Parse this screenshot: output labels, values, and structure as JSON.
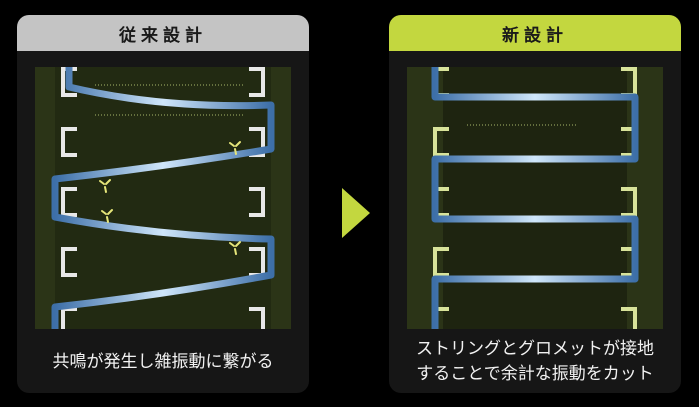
{
  "colors": {
    "background": "#000000",
    "panel_bg": "#161616",
    "header_old": "#c4c4c4",
    "header_new": "#c3d73f",
    "diagram_bg": "#2b3417",
    "grommet_old": "#e8e8e8",
    "grommet_new": "#d8e39a",
    "string": "#5a97d0",
    "spark": "#e6e67a",
    "arrow": "#c3d73f",
    "caption_text": "#f2f2f2"
  },
  "panels": [
    {
      "id": "old",
      "title": "従来設計",
      "caption_lines": [
        "共鳴が発生し雑振動に繋がる"
      ],
      "icon": "vibration-spark-icon"
    },
    {
      "id": "new",
      "title": "新設計",
      "caption_lines": [
        "ストリングとグロメットが接地",
        "することで余計な振動をカット"
      ]
    }
  ],
  "arrow_icon": "right-triangle-arrow-icon"
}
